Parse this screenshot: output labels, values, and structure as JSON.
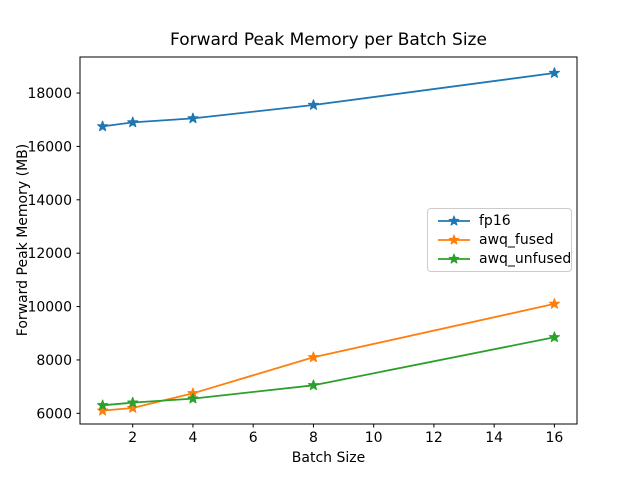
{
  "figure": {
    "background": "#ffffff",
    "spine_color": "#000000"
  },
  "chart_data": {
    "type": "line",
    "title": "Forward Peak Memory per Batch Size",
    "xlabel": "Batch Size",
    "ylabel": "Forward Peak Memory (MB)",
    "x": [
      1,
      2,
      4,
      8,
      16
    ],
    "series": [
      {
        "name": "fp16",
        "color": "#1f77b4",
        "values": [
          16750,
          16900,
          17050,
          17550,
          18750
        ]
      },
      {
        "name": "awq_fused",
        "color": "#ff7f0e",
        "values": [
          6100,
          6200,
          6750,
          8100,
          10100
        ]
      },
      {
        "name": "awq_unfused",
        "color": "#2ca02c",
        "values": [
          6300,
          6400,
          6550,
          7050,
          8850
        ]
      }
    ],
    "marker": "star",
    "grid": false,
    "legend_position": "center right",
    "xlim": [
      0.25,
      16.75
    ],
    "ylim": [
      5600,
      19350
    ],
    "xticks": [
      2,
      4,
      6,
      8,
      10,
      12,
      14,
      16
    ],
    "yticks": [
      6000,
      8000,
      10000,
      12000,
      14000,
      16000,
      18000
    ]
  }
}
